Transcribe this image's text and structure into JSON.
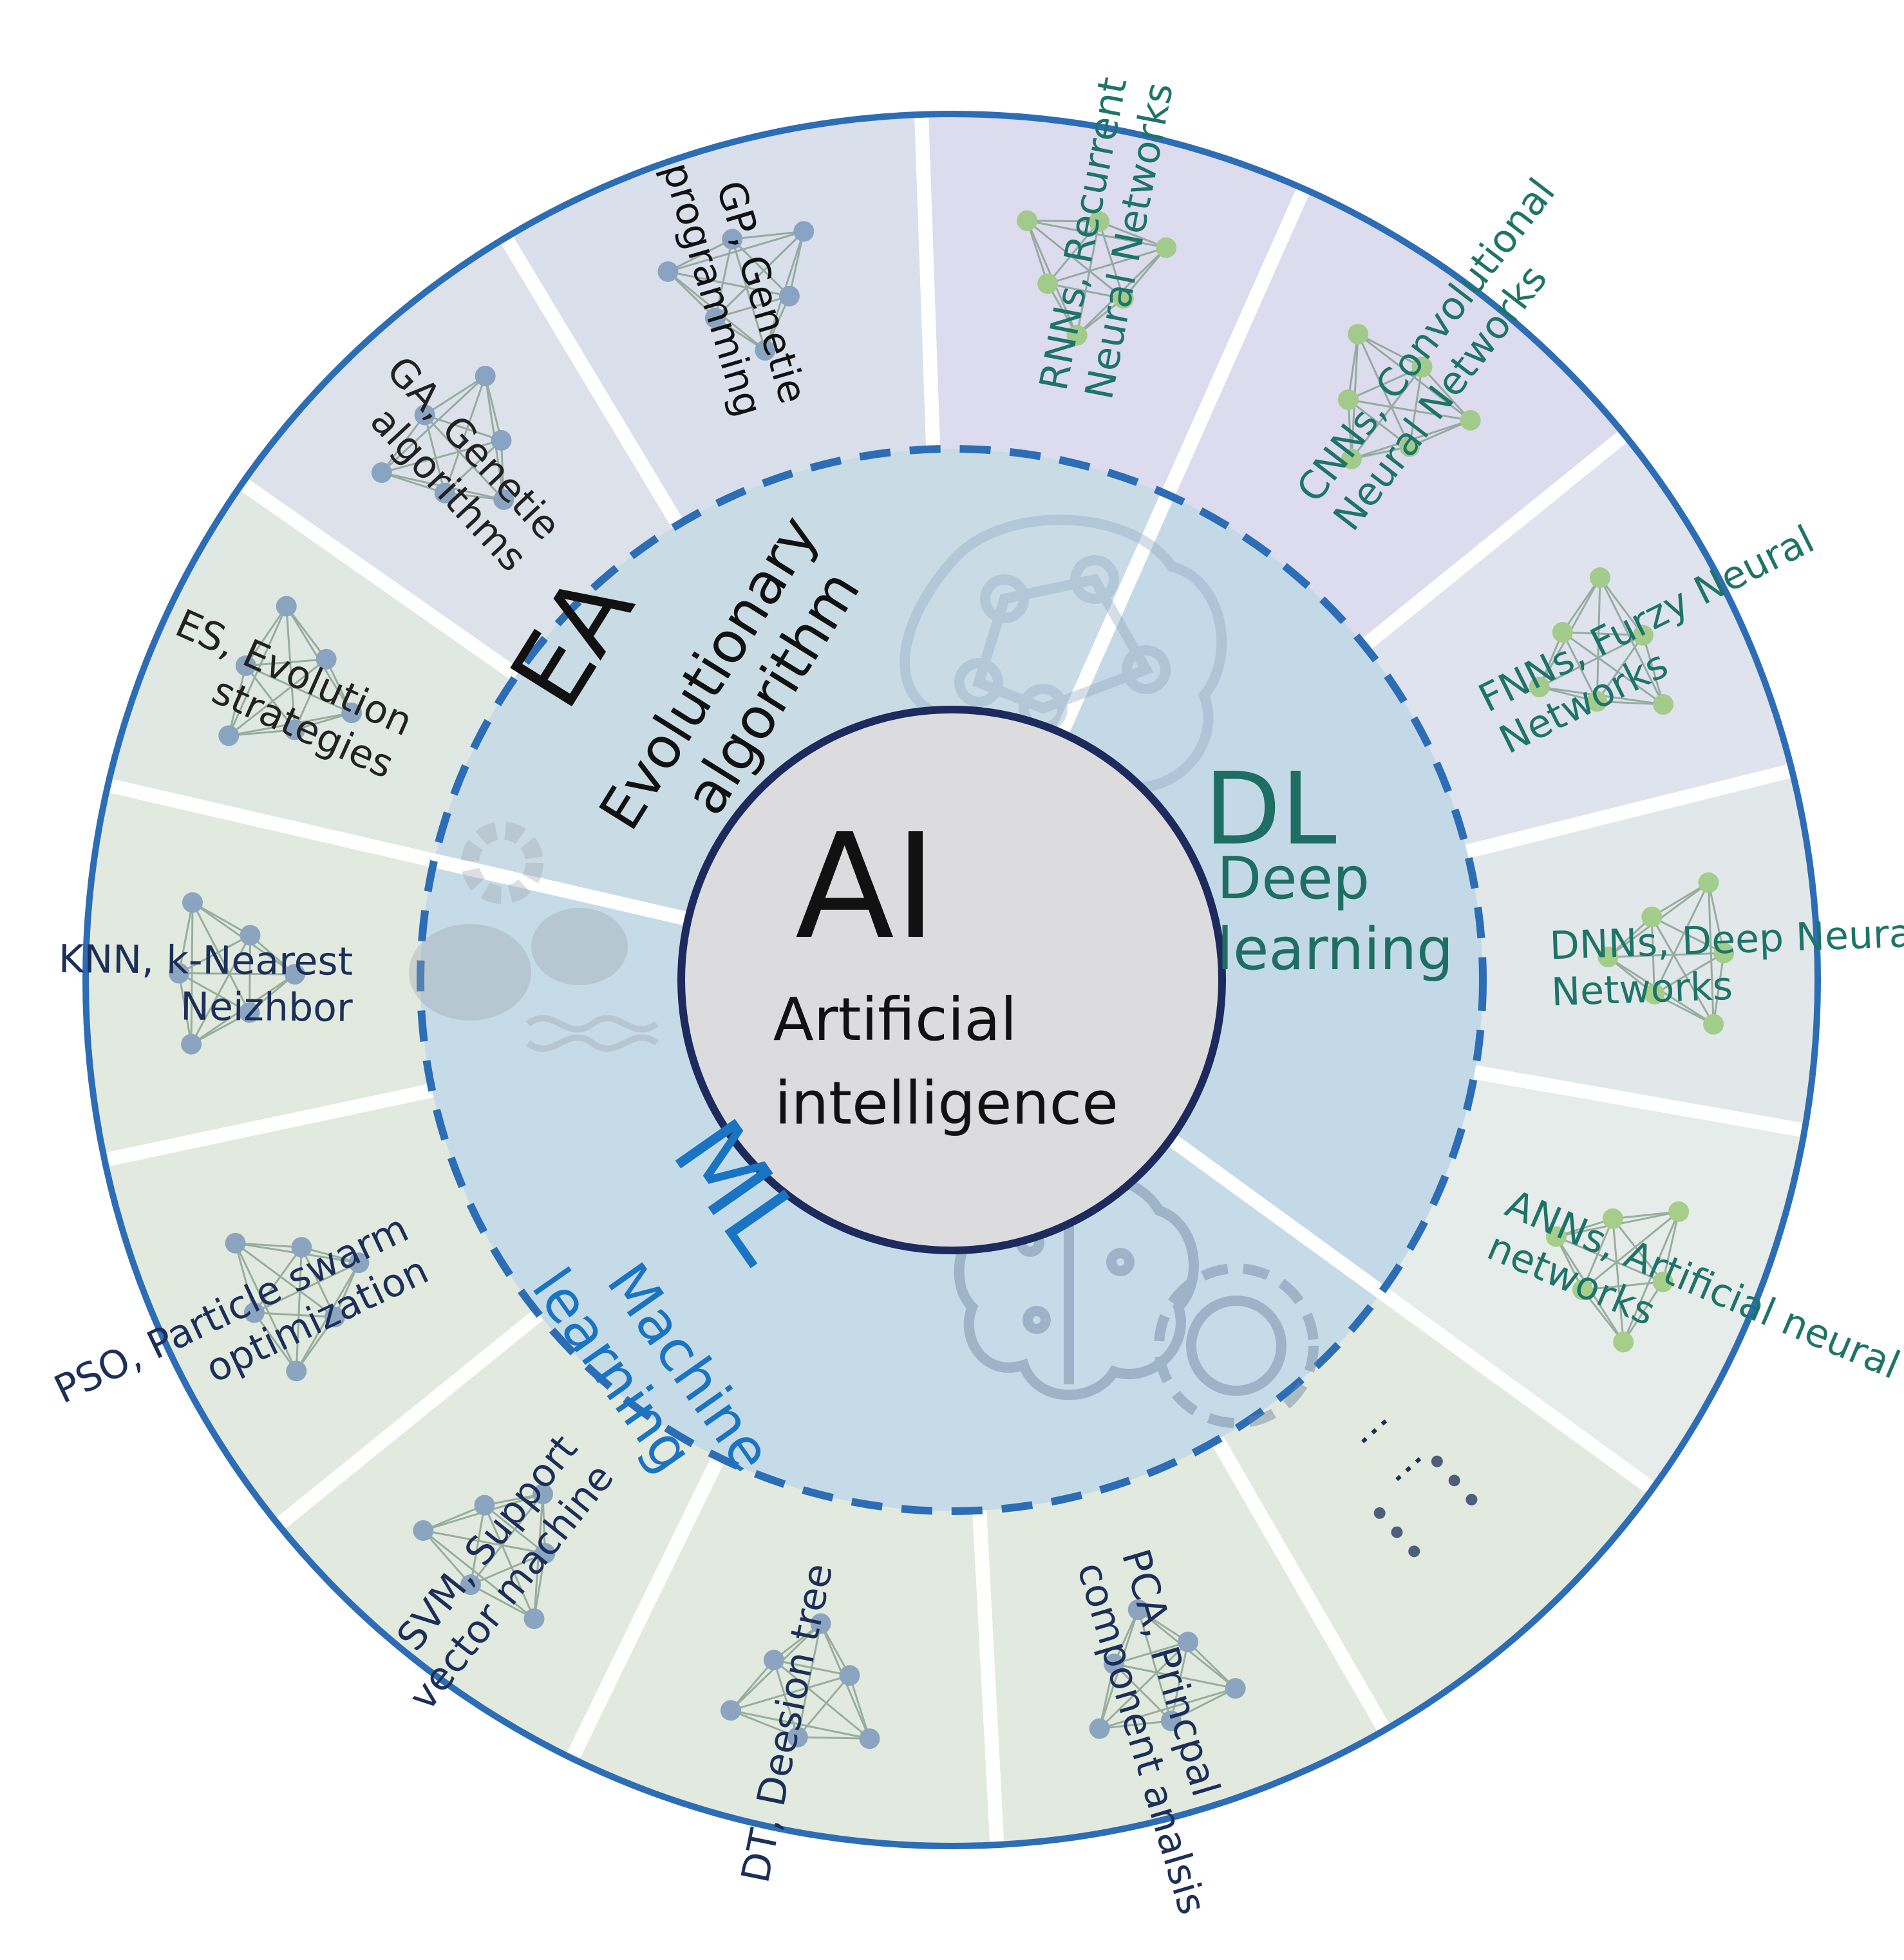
{
  "center": {
    "abbr": "AI",
    "line1": "Artificial",
    "line2": "intelligence"
  },
  "categories": {
    "ea": {
      "abbr": "EA",
      "line1": "Evolutionary",
      "line2": "algorithm",
      "color": "#111111",
      "fill": "#c9dce6"
    },
    "dl": {
      "abbr": "DL",
      "line1": "Deep",
      "line2": "learning",
      "color": "#1e6e64",
      "fill": "#c4d9e7"
    },
    "ml": {
      "abbr": "ML",
      "line1": "Machine",
      "line2": "learning",
      "color": "#1a74c4",
      "fill": "#c6dbe8"
    }
  },
  "methods": [
    {
      "line1": "RNNs, Recurrent",
      "line2": "Neural Networks",
      "color": "#1e7468",
      "fill": "#dcdcee",
      "icon": "rnn-diagram"
    },
    {
      "line1": "CNNs, Convolutional",
      "line2": "Neural Networks",
      "color": "#1e7468",
      "fill": "#dcdcee",
      "icon": "cnn-diagram"
    },
    {
      "line1": "FNNs, Furzy Neural",
      "line2": "Networks",
      "color": "#1e7468",
      "fill": "#dfe3ee",
      "icon": "fnn-network"
    },
    {
      "line1": "DNNs, Deep Neural",
      "line2": "Networks",
      "color": "#1e7468",
      "fill": "#e2e8ea",
      "icon": "dnn-network"
    },
    {
      "line1": "ANNs, Artificial neural",
      "line2": "networks",
      "color": "#1e7468",
      "fill": "#e6ecea",
      "icon": "ann-network"
    },
    {
      "line1": "⋮  ⋮",
      "line2": "",
      "color": "#1c2f5a",
      "fill": "#e2eadf",
      "icon": "more-dots"
    },
    {
      "line1": "PCA, Princpal",
      "line2": "component analsis",
      "color": "#1c2f5a",
      "fill": "#e2eadf",
      "icon": "pca-ellipses"
    },
    {
      "line1": "DT, Deesion tree",
      "line2": "",
      "color": "#1c2f5a",
      "fill": "#e2eadf",
      "icon": "decision-tree"
    },
    {
      "line1": "SVM, Support",
      "line2": "vector machine",
      "color": "#1c2f5a",
      "fill": "#e2eadf",
      "icon": "svm-plot"
    },
    {
      "line1": "PSO, Particle swarm",
      "line2": "optimization",
      "color": "#1c2f5a",
      "fill": "#e2eadf",
      "icon": "pso-flowchart"
    },
    {
      "line1": "KNN, k-Nearest",
      "line2": "Neizhbor",
      "color": "#1c2f5a",
      "fill": "#e2eadf",
      "icon": "knn-clusters"
    },
    {
      "line1": "ES, Evolution",
      "line2": "strategies",
      "color": "#222222",
      "fill": "#e0e8e4",
      "icon": "es-generations"
    },
    {
      "line1": "GA, Genetie",
      "line2": "algorithms",
      "color": "#222222",
      "fill": "#dde2ea",
      "icon": "ga-population"
    },
    {
      "line1": "GP, Genetie",
      "line2": "programming",
      "color": "#111111",
      "fill": "#dadfec",
      "icon": "gp-trees"
    }
  ],
  "colors": {
    "ring_border": "#2c6db6",
    "dashed_ring": "#2c6db6",
    "center_border": "#1c2a5e",
    "center_fill": "#dcdcde",
    "separator": "#ffffff"
  }
}
